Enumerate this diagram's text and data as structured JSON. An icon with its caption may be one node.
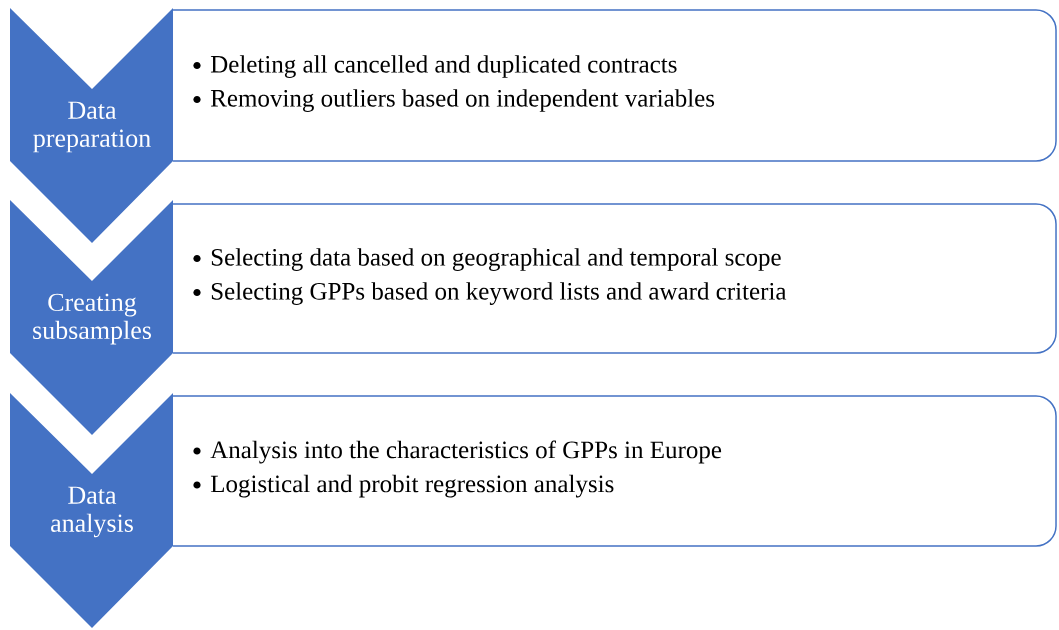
{
  "diagram": {
    "nodes": [
      {
        "text": [
          "Data preparation"
        ]
      },
      {
        "text": [
          "Deleting all cancelled and duplicated contracts",
          "Removing outliers based on independent variables"
        ]
      },
      {
        "text": [
          "Creating subsamples"
        ]
      },
      {
        "text": [
          "Selecting data based on geographical and temporal scope",
          "Selecting GPPs based on keyword lists and award criteria"
        ]
      },
      {
        "text": [
          "Data analysis"
        ]
      },
      {
        "text": [
          "Analysis into the characteristics of GPPs in Europe",
          "Logistical and probit regression analysis"
        ]
      }
    ]
  }
}
